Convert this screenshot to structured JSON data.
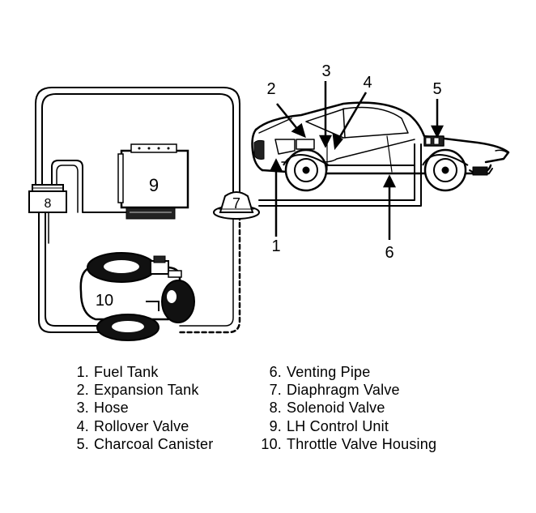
{
  "callouts": {
    "n1": "1",
    "n2": "2",
    "n3": "3",
    "n4": "4",
    "n5": "5",
    "n6": "6",
    "n7": "7",
    "n8": "8",
    "n9": "9",
    "n10": "10"
  },
  "legend": {
    "left": [
      {
        "num": "1.",
        "label": "Fuel Tank"
      },
      {
        "num": "2.",
        "label": "Expansion Tank"
      },
      {
        "num": "3.",
        "label": "Hose"
      },
      {
        "num": "4.",
        "label": "Rollover Valve"
      },
      {
        "num": "5.",
        "label": "Charcoal Canister"
      }
    ],
    "right": [
      {
        "num": "6.",
        "label": "Venting Pipe"
      },
      {
        "num": "7.",
        "label": "Diaphragm Valve"
      },
      {
        "num": "8.",
        "label": "Solenoid Valve"
      },
      {
        "num": "9.",
        "label": "LH Control Unit"
      },
      {
        "num": "10.",
        "label": "Throttle Valve Housing"
      }
    ]
  }
}
